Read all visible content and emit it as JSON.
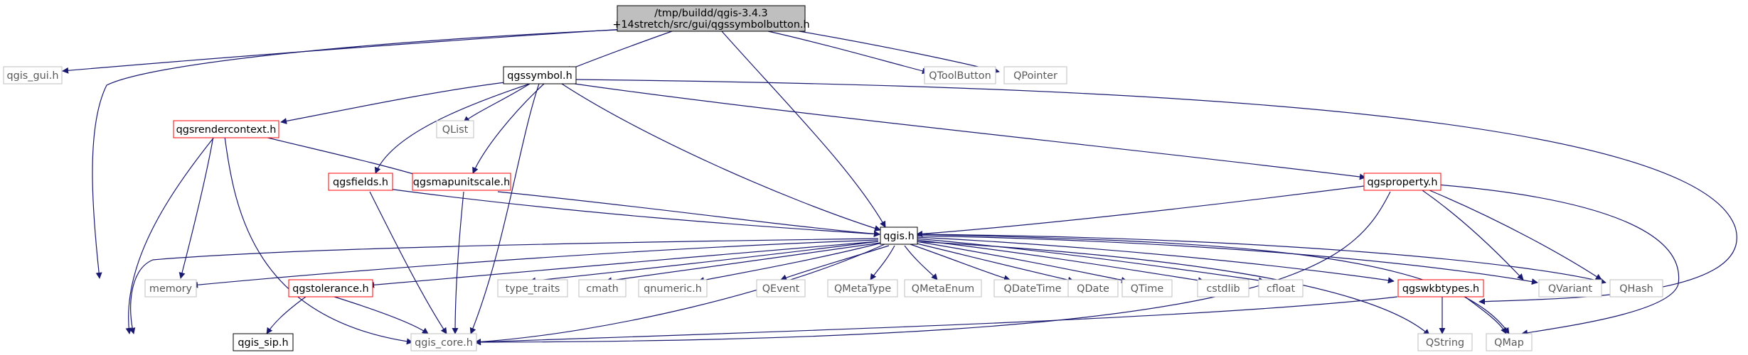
{
  "nodes": {
    "root_line1": "/tmp/buildd/qgis-3.4.3",
    "root_line2": "+14stretch/src/gui/qgssymbolbutton.h",
    "qgis_gui": "qgis_gui.h",
    "qtoolbutton": "QToolButton",
    "qpointer": "QPointer",
    "qgssymbol": "qgssymbol.h",
    "qlist": "QList",
    "qgsrendercontext": "qgsrendercontext.h",
    "qgsfields": "qgsfields.h",
    "qgsmapunitscale": "qgsmapunitscale.h",
    "qgsproperty": "qgsproperty.h",
    "qgis": "qgis.h",
    "memory": "memory",
    "qgstolerance": "qgstolerance.h",
    "type_traits": "type_traits",
    "cmath": "cmath",
    "qnumeric": "qnumeric.h",
    "qevent": "QEvent",
    "qmetatype": "QMetaType",
    "qmetaenum": "QMetaEnum",
    "qdatetime": "QDateTime",
    "qdate": "QDate",
    "qtime": "QTime",
    "cstdlib": "cstdlib",
    "cfloat": "cfloat",
    "qgswkbtypes": "qgswkbtypes.h",
    "qvariant": "QVariant",
    "qhash": "QHash",
    "qgis_sip": "qgis_sip.h",
    "qgis_core": "qgis_core.h",
    "qstring": "QString",
    "qmap": "QMap"
  },
  "colors": {
    "edge": "#191970",
    "root_fill": "#bfbfbf",
    "documented_border": "#000000",
    "truncated_border": "#ff0000",
    "external_border": "#bfbfbf",
    "external_text": "#595959"
  }
}
